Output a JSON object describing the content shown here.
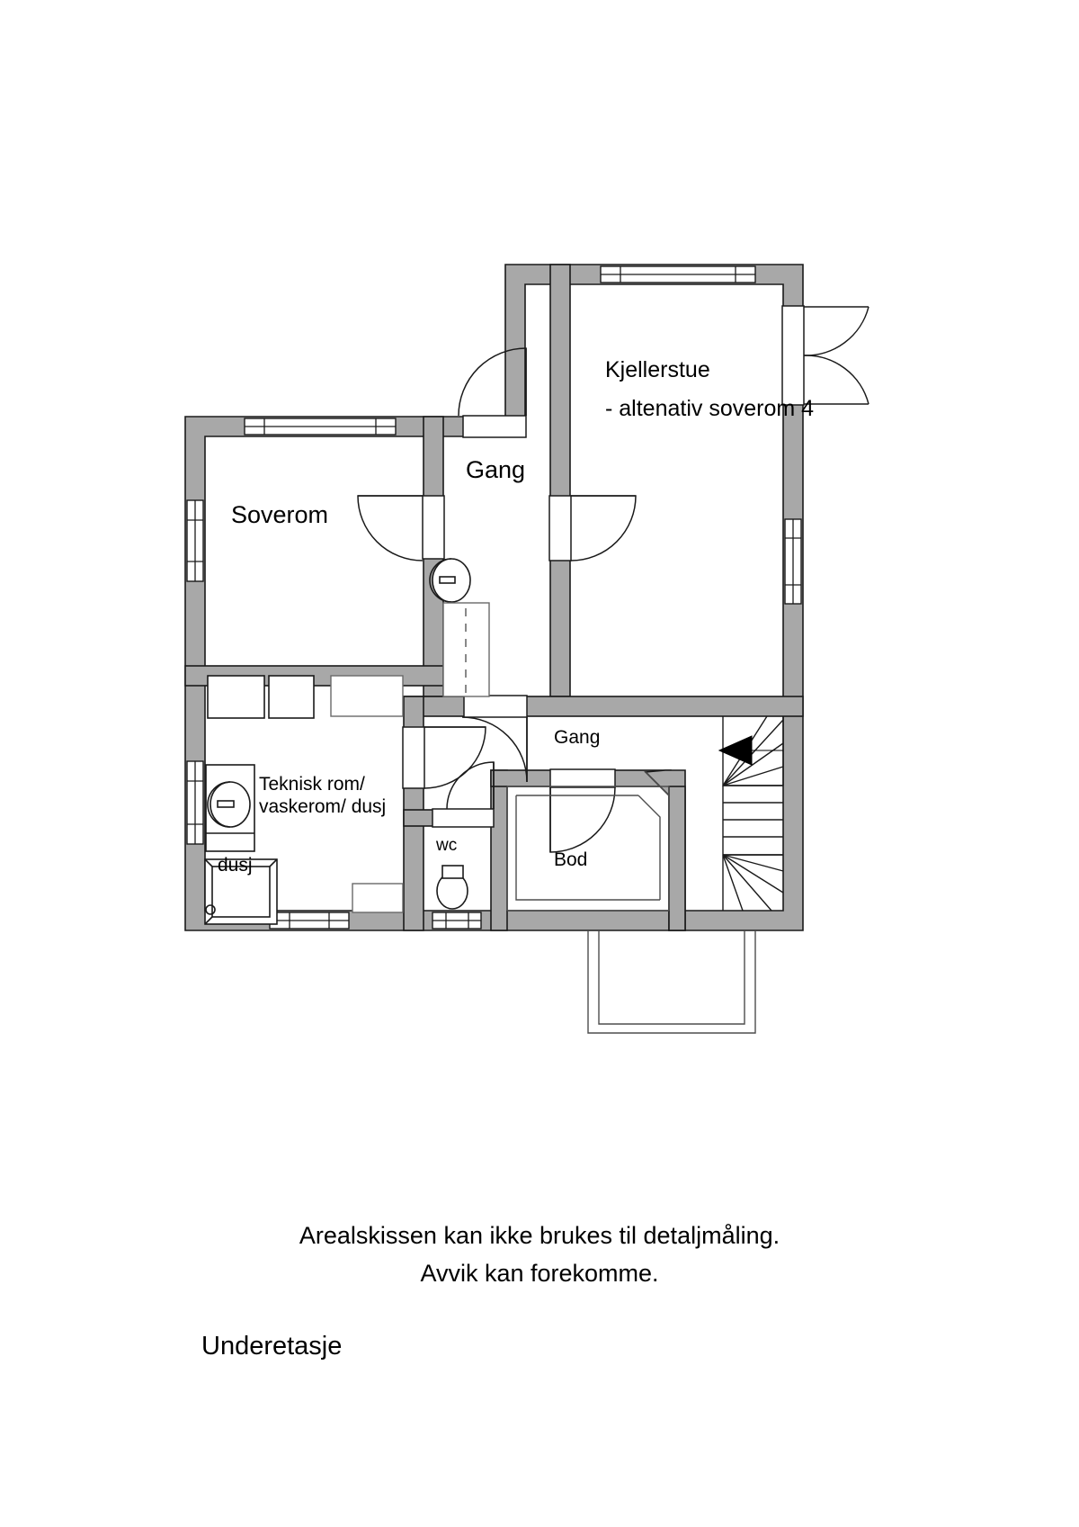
{
  "document": {
    "type": "floor-plan",
    "floor_label": "Underetasje",
    "disclaimer_line1": "Arealskissen kan ikke brukes til detaljmåling.",
    "disclaimer_line2": "Avvik kan forekomme."
  },
  "colors": {
    "wall_fill": "#a8a8a8",
    "wall_stroke": "#1a1a1a",
    "room_fill": "#ffffff",
    "page_background": "#ffffff",
    "text": "#000000"
  },
  "rooms": {
    "soverom": {
      "label": "Soverom"
    },
    "gang_upper": {
      "label": "Gang"
    },
    "kjellerstue": {
      "label": "Kjellerstue",
      "sublabel": "- altenativ soverom 4"
    },
    "teknisk": {
      "label_line1": "Teknisk rom/",
      "label_line2": "vaskerom/ dusj"
    },
    "dusj": {
      "label": "dusj"
    },
    "wc": {
      "label": "wc"
    },
    "bod": {
      "label": "Bod"
    },
    "gang_lower": {
      "label": "Gang"
    }
  },
  "fixtures": {
    "shower_cabin": "dusj-cabin",
    "sink_teknisk": "sink-basin",
    "sink_gang": "sink-basin",
    "toilet_wc": "toilet",
    "appliance_1": "appliance-box",
    "appliance_2": "appliance-box",
    "counter_top": "counter",
    "counter_bottom": "counter",
    "staircase": "winder-staircase",
    "stair_direction": "up-arrow"
  }
}
